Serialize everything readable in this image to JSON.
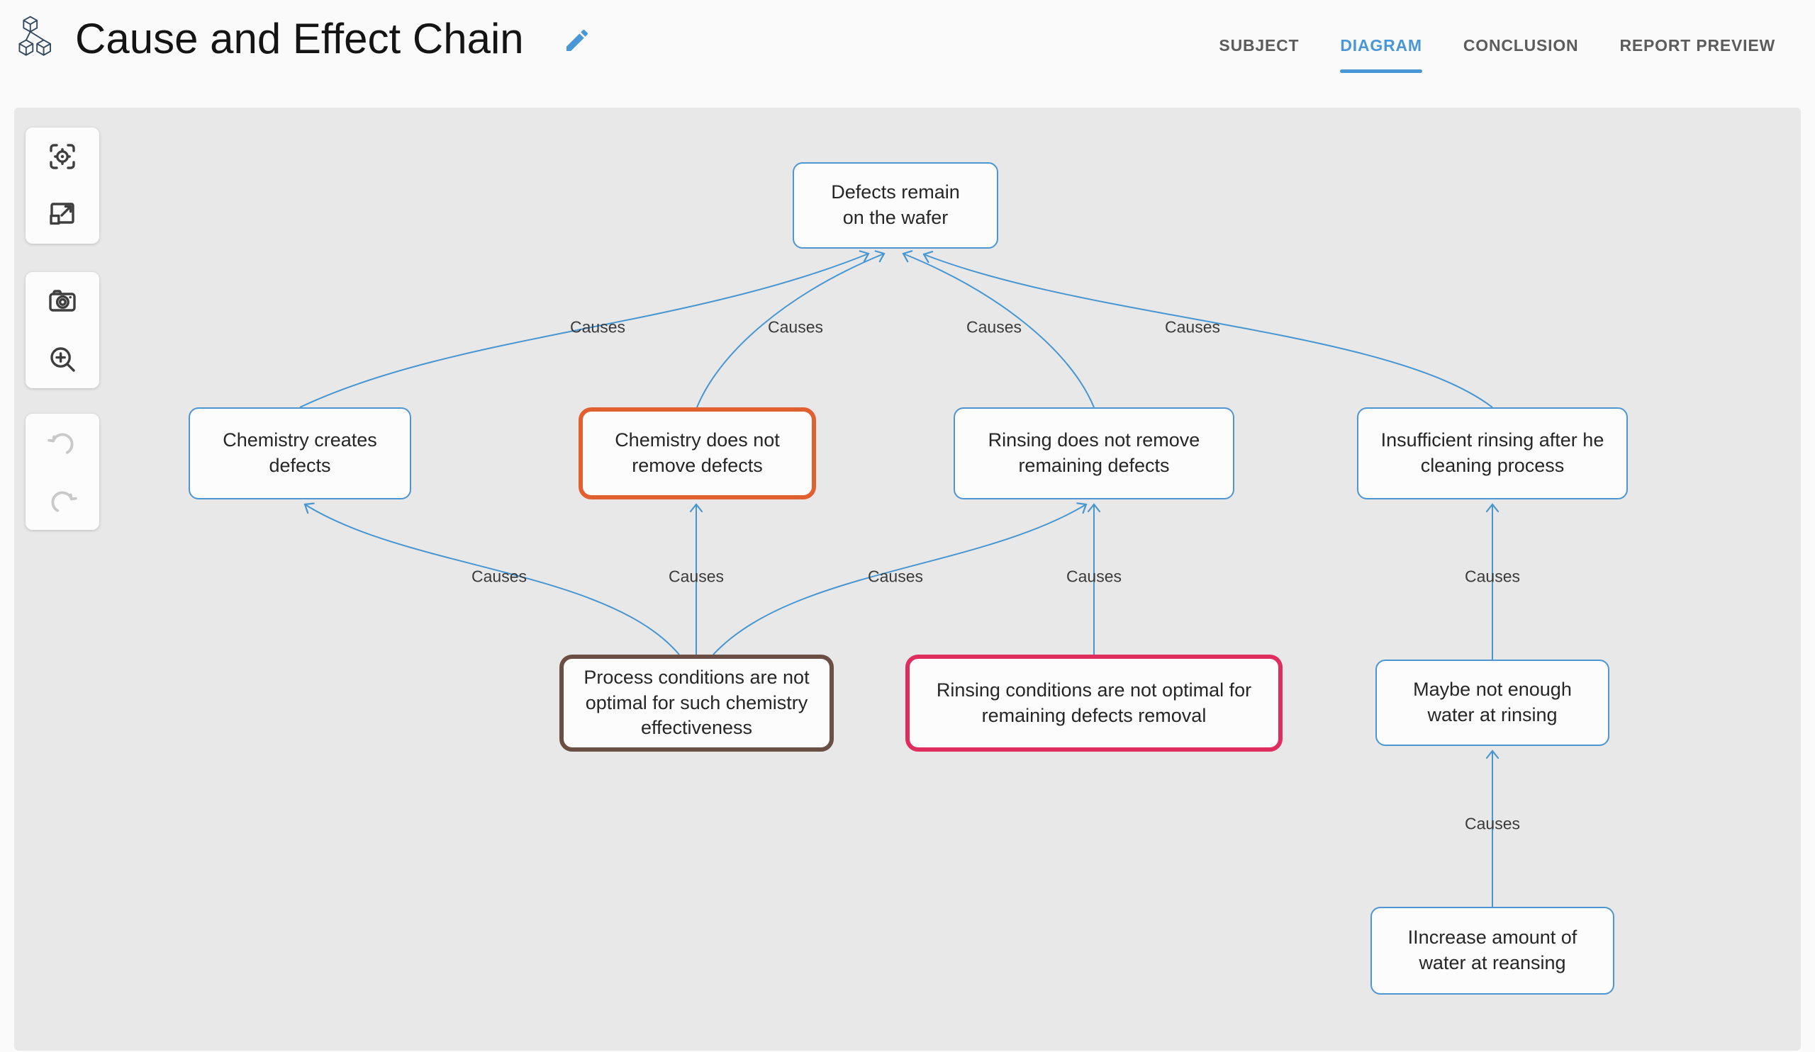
{
  "header": {
    "title": "Cause and Effect Chain",
    "logo_icon": "cubes-hierarchy-icon",
    "edit_icon": "pencil-icon",
    "tabs": [
      {
        "label": "SUBJECT",
        "active": false
      },
      {
        "label": "DIAGRAM",
        "active": true
      },
      {
        "label": "CONCLUSION",
        "active": false
      },
      {
        "label": "REPORT PREVIEW",
        "active": false
      }
    ]
  },
  "toolbar": {
    "buttons": [
      {
        "name": "center-diagram",
        "icon": "focus-center-icon",
        "disabled": false
      },
      {
        "name": "fit-to-screen",
        "icon": "resize-expand-icon",
        "disabled": false
      },
      {
        "name": "snapshot",
        "icon": "camera-icon",
        "disabled": false
      },
      {
        "name": "zoom-in",
        "icon": "magnifier-plus-icon",
        "disabled": false
      },
      {
        "name": "undo",
        "icon": "undo-icon",
        "disabled": true
      },
      {
        "name": "redo",
        "icon": "redo-icon",
        "disabled": true
      }
    ]
  },
  "colors": {
    "accent_blue": "#4796d2",
    "tab_active_blue": "#4a97d7",
    "node_border_blue": "#4e96d2",
    "node_border_orange": "#e2602f",
    "node_border_brown": "#6b4f45",
    "node_border_pink": "#dd2e5e",
    "canvas_bg": "#e8e8e8"
  },
  "diagram": {
    "nodes": [
      {
        "id": "effect",
        "label": "Defects remain on the wafer",
        "border": "blue"
      },
      {
        "id": "cause-1",
        "label": "Chemistry creates defects",
        "border": "blue"
      },
      {
        "id": "cause-2",
        "label": "Chemistry does not remove defects",
        "border": "orange"
      },
      {
        "id": "cause-3",
        "label": "Rinsing does not remove remaining defects",
        "border": "blue"
      },
      {
        "id": "cause-4",
        "label": "Insufficient rinsing after he cleaning process",
        "border": "blue"
      },
      {
        "id": "cause-5",
        "label": "Process conditions are not optimal for such chemistry effectiveness",
        "border": "brown"
      },
      {
        "id": "cause-6",
        "label": "Rinsing conditions are not optimal for remaining defects removal",
        "border": "pink"
      },
      {
        "id": "cause-7",
        "label": "Maybe not enough water at rinsing",
        "border": "blue"
      },
      {
        "id": "cause-8",
        "label": "IIncrease amount of water at reansing",
        "border": "blue"
      }
    ],
    "edges": [
      {
        "from": "cause-1",
        "to": "effect",
        "label": "Causes"
      },
      {
        "from": "cause-2",
        "to": "effect",
        "label": "Causes"
      },
      {
        "from": "cause-3",
        "to": "effect",
        "label": "Causes"
      },
      {
        "from": "cause-4",
        "to": "effect",
        "label": "Causes"
      },
      {
        "from": "cause-5",
        "to": "cause-1",
        "label": "Causes"
      },
      {
        "from": "cause-5",
        "to": "cause-2",
        "label": "Causes"
      },
      {
        "from": "cause-5",
        "to": "cause-3",
        "label": "Causes"
      },
      {
        "from": "cause-6",
        "to": "cause-3",
        "label": "Causes"
      },
      {
        "from": "cause-7",
        "to": "cause-4",
        "label": "Causes"
      },
      {
        "from": "cause-8",
        "to": "cause-7",
        "label": "Causes"
      }
    ]
  }
}
